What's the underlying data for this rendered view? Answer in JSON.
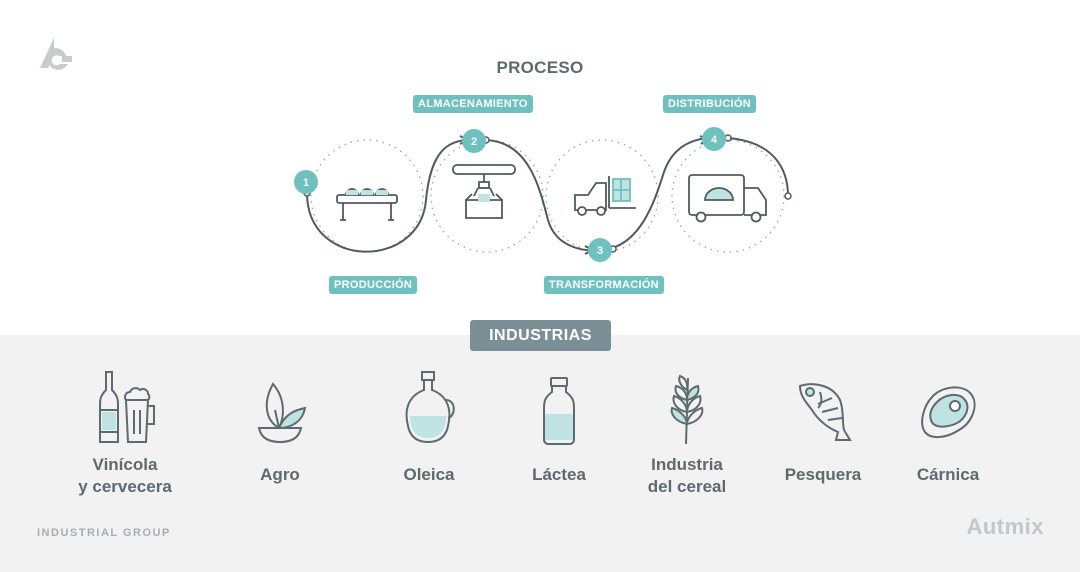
{
  "process": {
    "title": "PROCESO",
    "steps": [
      {
        "number": "1",
        "label": "PRODUCCIÓN"
      },
      {
        "number": "2",
        "label": "ALMACENAMIENTO"
      },
      {
        "number": "3",
        "label": "TRANSFORMACIÓN"
      },
      {
        "number": "4",
        "label": "DISTRIBUCIÓN"
      }
    ]
  },
  "industries": {
    "title": "INDUSTRIAS",
    "items": [
      {
        "line1": "Vinícola",
        "line2": "y cervecera",
        "icon": "bottle-beer-icon"
      },
      {
        "line1": "Agro",
        "line2": "",
        "icon": "leaf-bowl-icon"
      },
      {
        "line1": "Oleica",
        "line2": "",
        "icon": "oil-jar-icon"
      },
      {
        "line1": "Láctea",
        "line2": "",
        "icon": "milk-bottle-icon"
      },
      {
        "line1": "Industria",
        "line2": "del cereal",
        "icon": "wheat-icon"
      },
      {
        "line1": "Pesquera",
        "line2": "",
        "icon": "fish-icon"
      },
      {
        "line1": "Cárnica",
        "line2": "",
        "icon": "steak-icon"
      }
    ]
  },
  "footer": {
    "group": "INDUSTRIAL GROUP",
    "brand": "Autmix"
  },
  "colors": {
    "accent": "#6fc1c0",
    "text": "#5d6a6e",
    "line": "#4f5b5f",
    "bottom_bg": "#f2f2f2",
    "industrias_bg": "#7a9096"
  }
}
